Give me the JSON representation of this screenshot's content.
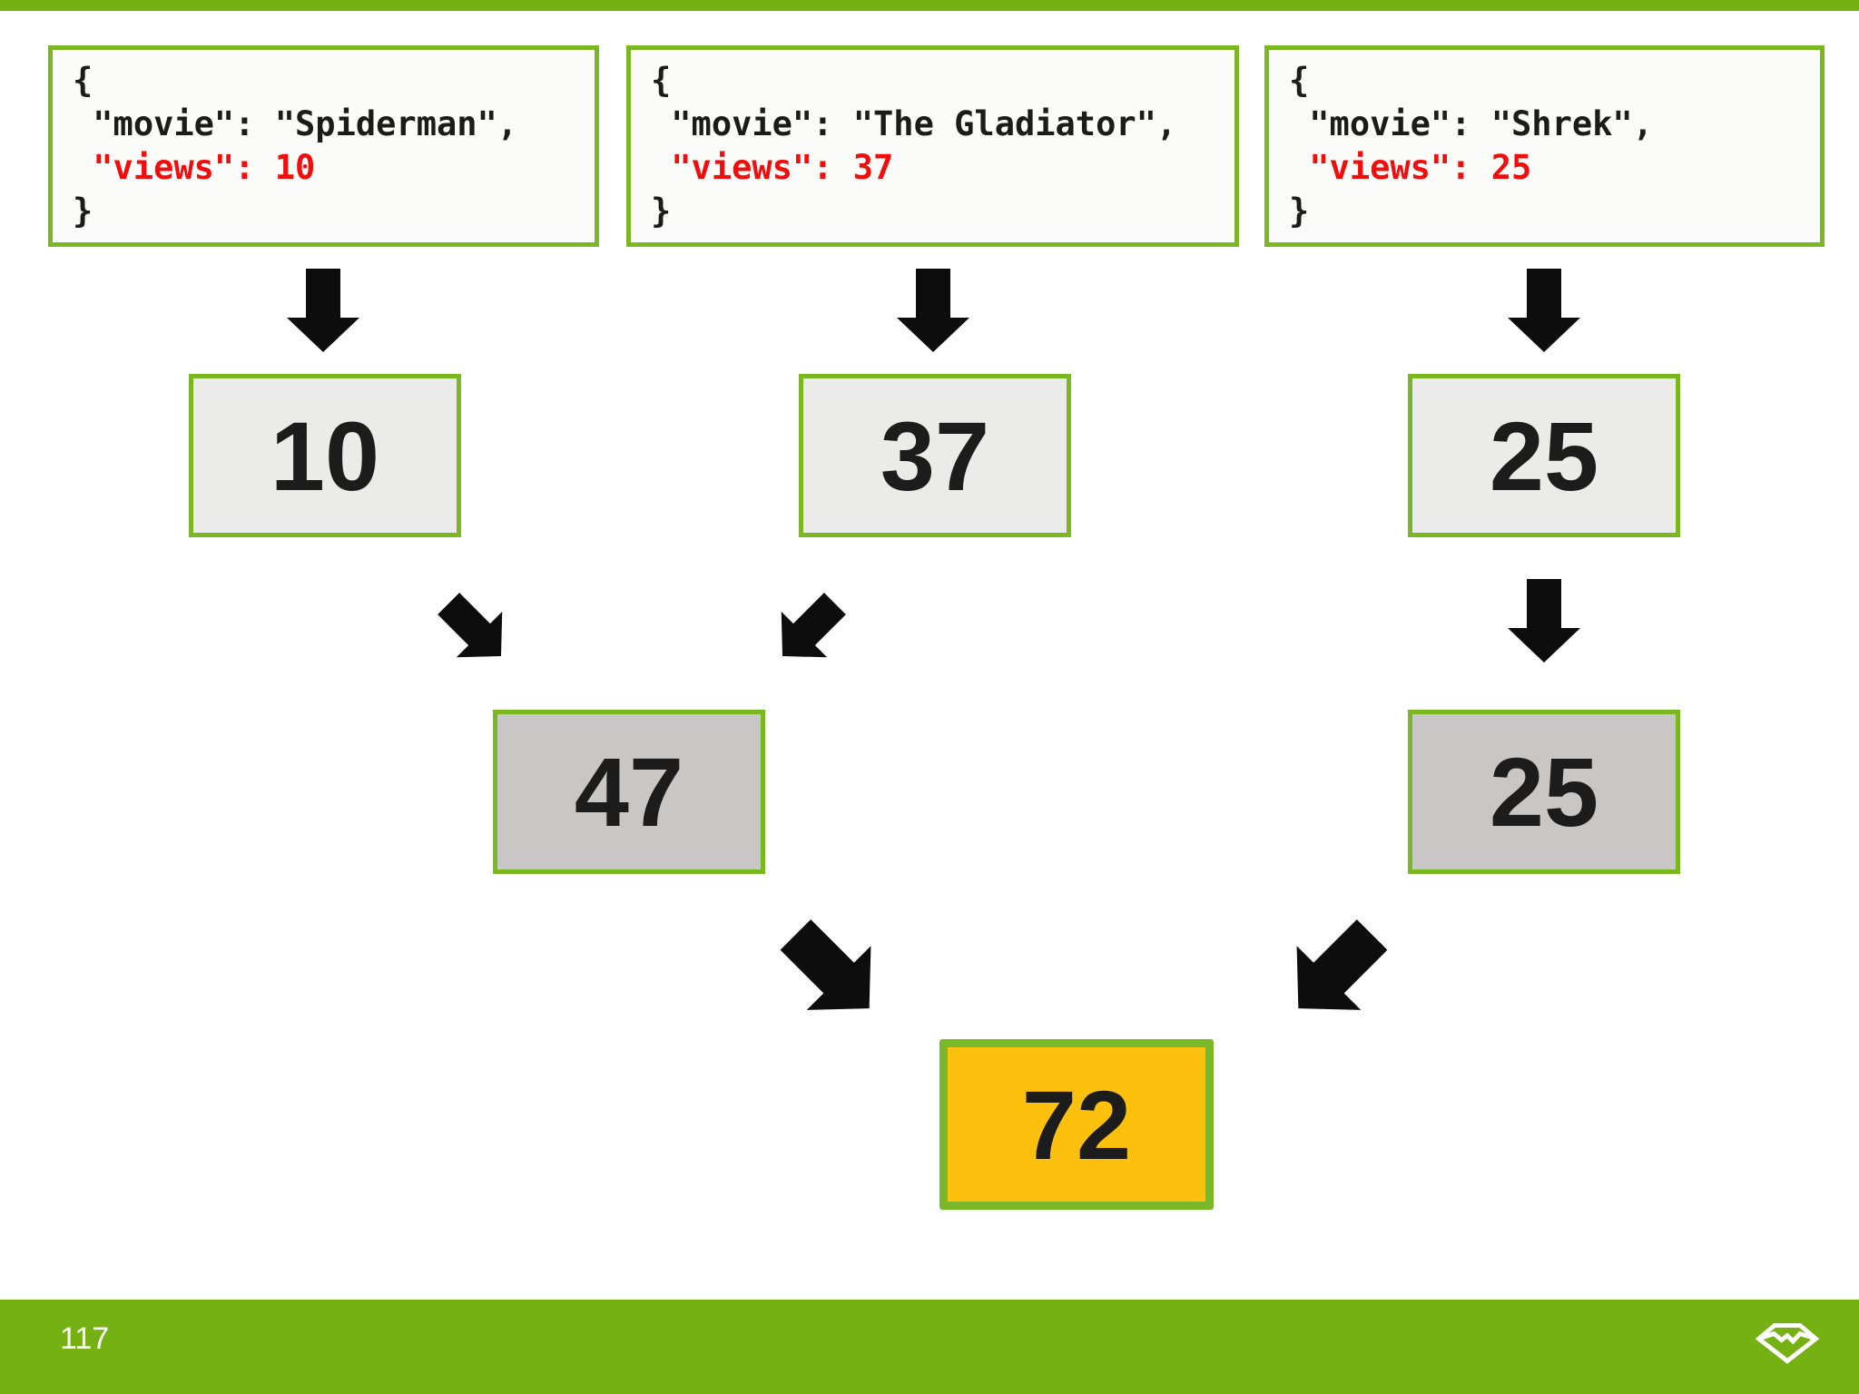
{
  "page": {
    "page_number": "117",
    "colors": {
      "accent_green": "#76b113",
      "border_green": "#79b821",
      "highlight_yellow": "#fcc00d",
      "code_red": "#f20d0d"
    }
  },
  "cards": [
    {
      "open_brace": "{",
      "movie_line": " \"movie\": \"Spiderman\",",
      "views_line": " \"views\": 10",
      "close_brace": "}"
    },
    {
      "open_brace": "{",
      "movie_line": " \"movie\": \"The Gladiator\",",
      "views_line": " \"views\": 37",
      "close_brace": "}"
    },
    {
      "open_brace": "{",
      "movie_line": " \"movie\": \"Shrek\",",
      "views_line": " \"views\": 25",
      "close_brace": "}"
    }
  ],
  "extracted_values": [
    "10",
    "37",
    "25"
  ],
  "partial_sums": [
    "47",
    "25"
  ],
  "total": "72"
}
